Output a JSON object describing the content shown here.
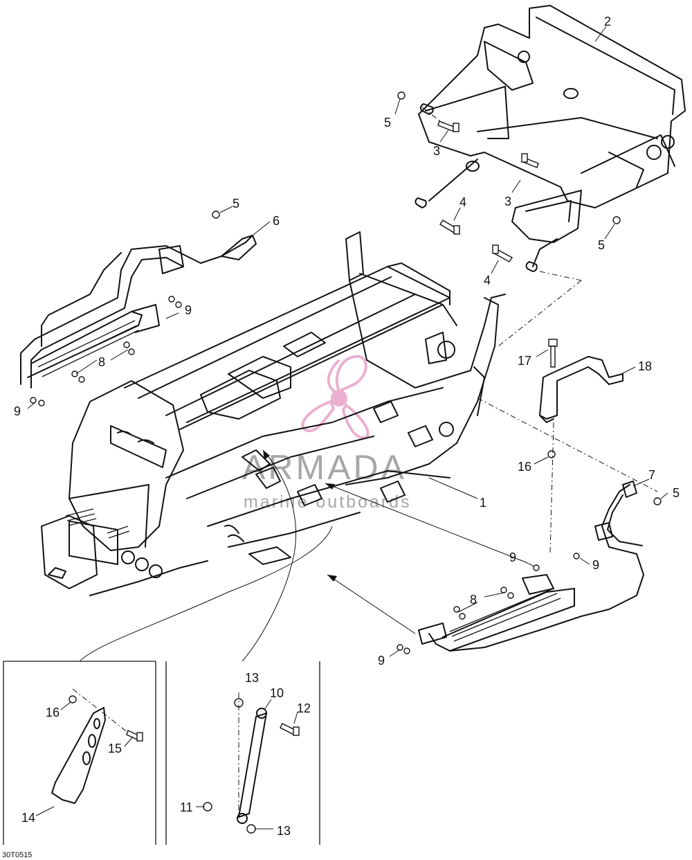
{
  "diagram_code": "30T0515",
  "watermark": {
    "title": "ARMADA",
    "subtitle": "marine outboards",
    "logo_color": "#e8a3c8",
    "text_color": "#8a8a8a"
  },
  "callouts": [
    {
      "id": "c2",
      "label": "2"
    },
    {
      "id": "c5a",
      "label": "5"
    },
    {
      "id": "c3a",
      "label": "3"
    },
    {
      "id": "c3b",
      "label": "3"
    },
    {
      "id": "c4a",
      "label": "4"
    },
    {
      "id": "c5b",
      "label": "5"
    },
    {
      "id": "c4b",
      "label": "4"
    },
    {
      "id": "c5c",
      "label": "5"
    },
    {
      "id": "c6",
      "label": "6"
    },
    {
      "id": "c9a",
      "label": "9"
    },
    {
      "id": "c8a",
      "label": "8"
    },
    {
      "id": "c9b",
      "label": "9"
    },
    {
      "id": "c17",
      "label": "17"
    },
    {
      "id": "c18",
      "label": "18"
    },
    {
      "id": "c16a",
      "label": "16"
    },
    {
      "id": "c7",
      "label": "7"
    },
    {
      "id": "c5d",
      "label": "5"
    },
    {
      "id": "c1",
      "label": "1"
    },
    {
      "id": "c9c",
      "label": "9"
    },
    {
      "id": "c9d",
      "label": "9"
    },
    {
      "id": "c8b",
      "label": "8"
    },
    {
      "id": "c9e",
      "label": "9"
    },
    {
      "id": "c13a",
      "label": "13"
    },
    {
      "id": "c10",
      "label": "10"
    },
    {
      "id": "c12",
      "label": "12"
    },
    {
      "id": "c16b",
      "label": "16"
    },
    {
      "id": "c15",
      "label": "15"
    },
    {
      "id": "c14",
      "label": "14"
    },
    {
      "id": "c11",
      "label": "11"
    },
    {
      "id": "c13b",
      "label": "13"
    }
  ]
}
